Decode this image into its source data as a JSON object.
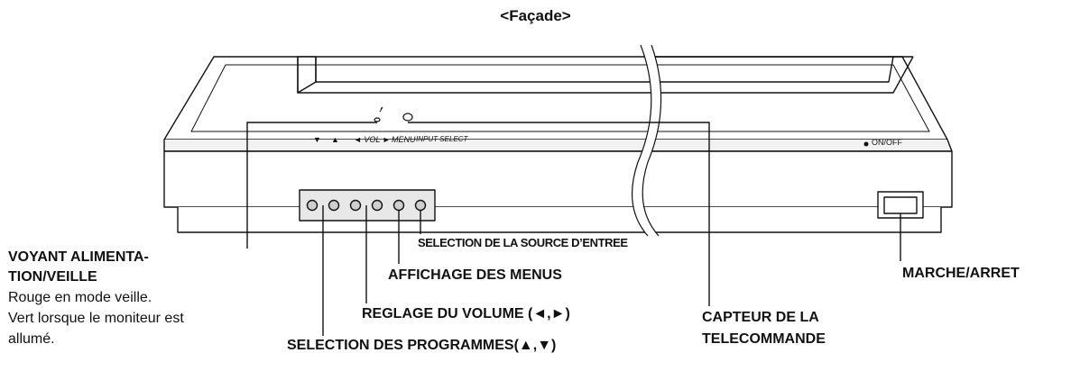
{
  "diagram": {
    "title": "<Façade>",
    "panel_labels": {
      "prog_down": "▼",
      "prog_up": "▲",
      "vol": "◄ VOL ►",
      "menu": "MENU",
      "input_select": "INPUT SELECT",
      "on_off": "ON/OFF"
    },
    "callouts": {
      "voyant_line1": "VOYANT ALIMENTA-",
      "voyant_line2": "TION/VEILLE",
      "voyant_desc1": "Rouge en mode veille.",
      "voyant_desc2": "Vert lorsque le moniteur est",
      "voyant_desc3": "allumé.",
      "source": "SELECTION DE LA SOURCE D’ENTREE",
      "menus": "AFFICHAGE DES MENUS",
      "volume": "REGLAGE DU VOLUME (◄,►)",
      "programmes": "SELECTION DES PROGRAMMES(▲,▼)",
      "capteur_line1": "CAPTEUR DE LA",
      "capteur_line2": "TELECOMMANDE",
      "marche": "MARCHE/ARRET"
    }
  }
}
